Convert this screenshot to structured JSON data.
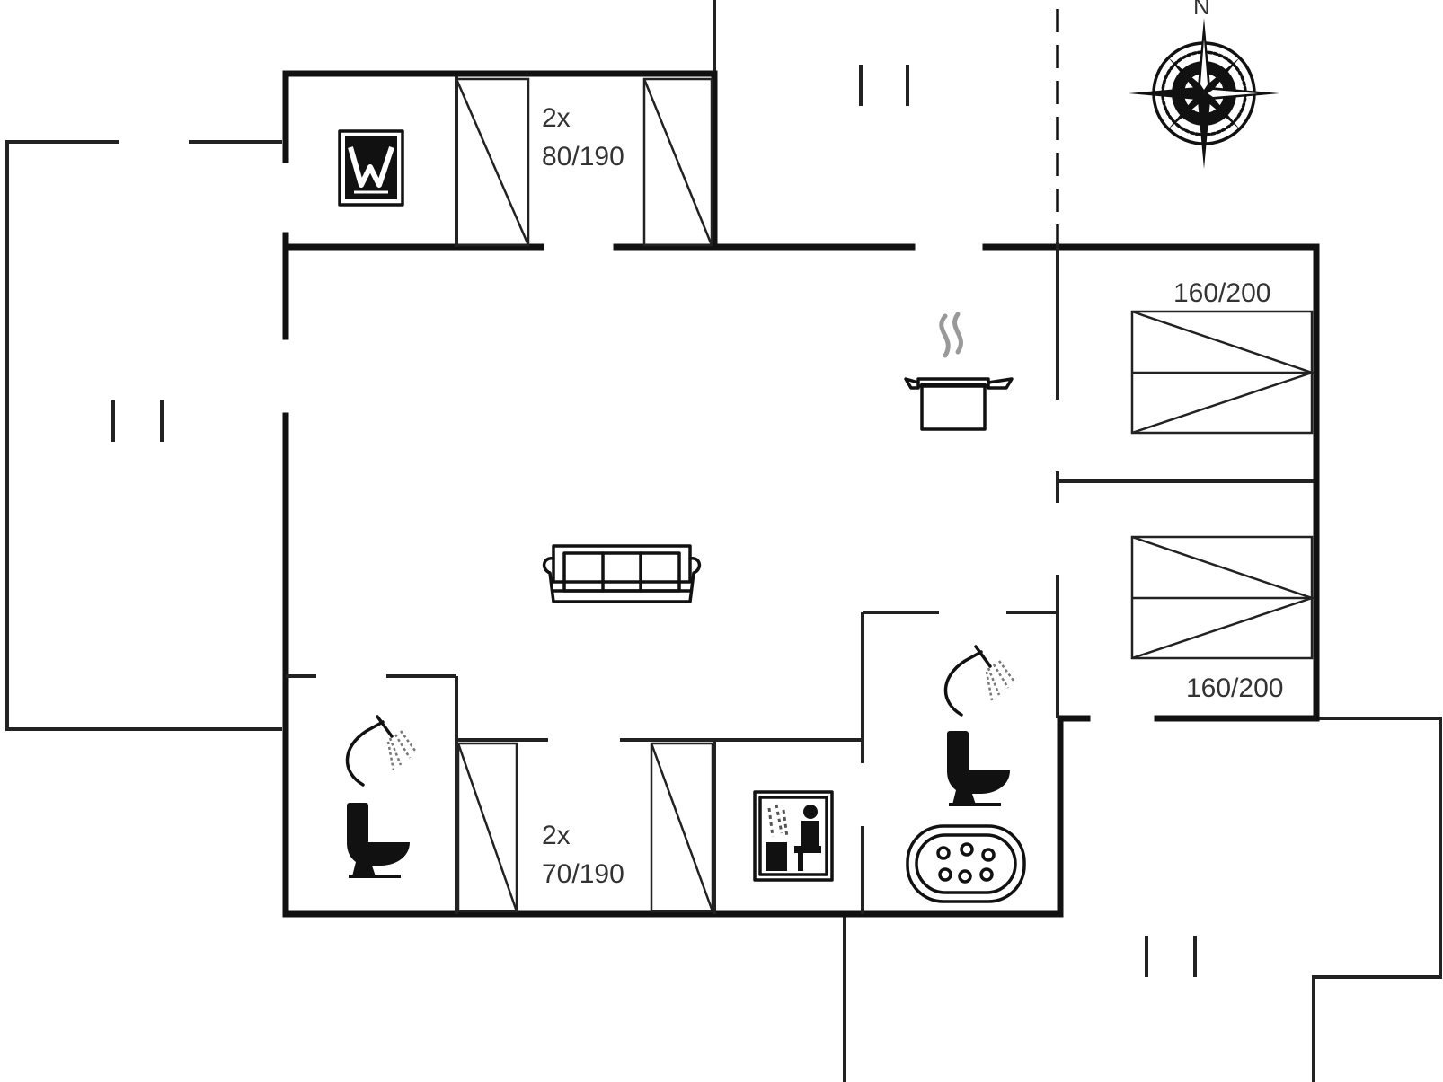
{
  "floorplan": {
    "compass": {
      "label": "N"
    },
    "beds": {
      "top_bunk": {
        "count": "2x",
        "size": "80/190"
      },
      "bottom_bunk": {
        "count": "2x",
        "size": "70/190"
      },
      "right_top": {
        "size": "160/200"
      },
      "right_bottom": {
        "size": "160/200"
      }
    },
    "icons": [
      "sauna-icon",
      "pot-icon",
      "sofa-icon",
      "shower-icon",
      "toilet-icon",
      "spa-icon",
      "washing-machine-icon",
      "compass-icon",
      "terrace-mark-icon"
    ]
  }
}
